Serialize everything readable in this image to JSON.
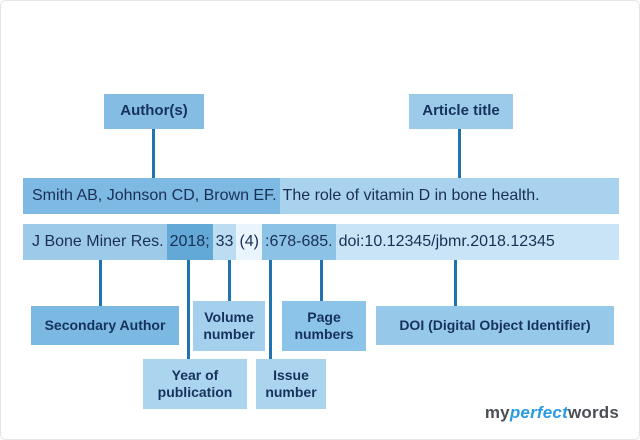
{
  "diagram": {
    "top_labels": {
      "authors": {
        "text": "Author(s)",
        "bg": "#84bce4"
      },
      "article_title": {
        "text": "Article title",
        "bg": "#9ccbea"
      }
    },
    "citation": {
      "line1": [
        {
          "text": "Smith AB, Johnson CD, Brown EF.",
          "bg": "#7db9e3"
        },
        {
          "text": "The role of vitamin D in bone health.",
          "bg": "#a9d2ee"
        }
      ],
      "line2": [
        {
          "text": "J Bone Miner Res.",
          "bg": "#9dcae9"
        },
        {
          "text": "2018;",
          "bg": "#63a9d7"
        },
        {
          "text": "33",
          "bg": "#bcdcf2"
        },
        {
          "text": "(4)",
          "bg": "#e9f4fc"
        },
        {
          "text": ":678-685.",
          "bg": "#8dc2e7"
        },
        {
          "text": "doi:10.12345/jbmr.2018.12345",
          "bg": "#c9e4f6"
        }
      ]
    },
    "bottom_labels": {
      "secondary_author": {
        "text": "Secondary Author",
        "bg": "#7cb9e2"
      },
      "volume_number": {
        "text": "Volume number",
        "bg": "#a5d0ed"
      },
      "page_numbers": {
        "text": "Page numbers",
        "bg": "#8cc3e8"
      },
      "doi": {
        "text": "DOI (Digital Object Identifier)",
        "bg": "#96c8ea"
      },
      "year_of_publication": {
        "text": "Year of publication",
        "bg": "#abd4ef"
      },
      "issue_number": {
        "text": "Issue number",
        "bg": "#abd4ef"
      }
    },
    "colors": {
      "connector": "#1f74ad",
      "text": "#16325c",
      "logo_blue": "#2b9be0",
      "logo_dark": "#4a4f55"
    },
    "logo": {
      "part1": "my",
      "part2": "perfect",
      "part3": "words"
    }
  }
}
